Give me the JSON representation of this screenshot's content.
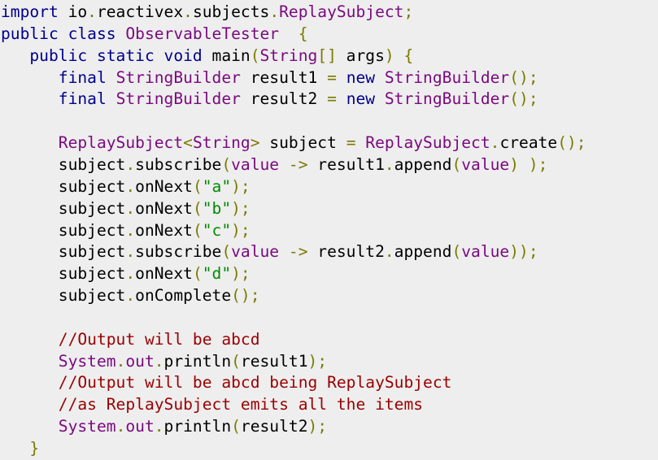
{
  "colors": {
    "background": "#eeeeee",
    "kw": "#00008b",
    "typ": "#7b0a80",
    "str": "#008b00",
    "cmt": "#990000",
    "pun": "#7a7a00",
    "fld": "#7b0a80",
    "txt": "#000000"
  },
  "code": {
    "lines": [
      [
        {
          "t": "kw",
          "v": "import"
        },
        {
          "t": "txt",
          "v": " io"
        },
        {
          "t": "pun",
          "v": "."
        },
        {
          "t": "txt",
          "v": "reactivex"
        },
        {
          "t": "pun",
          "v": "."
        },
        {
          "t": "txt",
          "v": "subjects"
        },
        {
          "t": "pun",
          "v": "."
        },
        {
          "t": "typ",
          "v": "ReplaySubject"
        },
        {
          "t": "pun",
          "v": ";"
        }
      ],
      [
        {
          "t": "kw",
          "v": "public"
        },
        {
          "t": "txt",
          "v": " "
        },
        {
          "t": "kw",
          "v": "class"
        },
        {
          "t": "txt",
          "v": " "
        },
        {
          "t": "typ",
          "v": "ObservableTester"
        },
        {
          "t": "txt",
          "v": "  "
        },
        {
          "t": "pun",
          "v": "{"
        }
      ],
      [
        {
          "t": "txt",
          "v": "   "
        },
        {
          "t": "kw",
          "v": "public"
        },
        {
          "t": "txt",
          "v": " "
        },
        {
          "t": "kw",
          "v": "static"
        },
        {
          "t": "txt",
          "v": " "
        },
        {
          "t": "kw",
          "v": "void"
        },
        {
          "t": "txt",
          "v": " main"
        },
        {
          "t": "pun",
          "v": "("
        },
        {
          "t": "typ",
          "v": "String"
        },
        {
          "t": "pun",
          "v": "[]"
        },
        {
          "t": "txt",
          "v": " args"
        },
        {
          "t": "pun",
          "v": ")"
        },
        {
          "t": "txt",
          "v": " "
        },
        {
          "t": "pun",
          "v": "{"
        }
      ],
      [
        {
          "t": "txt",
          "v": "      "
        },
        {
          "t": "kw",
          "v": "final"
        },
        {
          "t": "txt",
          "v": " "
        },
        {
          "t": "typ",
          "v": "StringBuilder"
        },
        {
          "t": "txt",
          "v": " result1 "
        },
        {
          "t": "pun",
          "v": "="
        },
        {
          "t": "txt",
          "v": " "
        },
        {
          "t": "kw",
          "v": "new"
        },
        {
          "t": "txt",
          "v": " "
        },
        {
          "t": "typ",
          "v": "StringBuilder"
        },
        {
          "t": "pun",
          "v": "();"
        }
      ],
      [
        {
          "t": "txt",
          "v": "      "
        },
        {
          "t": "kw",
          "v": "final"
        },
        {
          "t": "txt",
          "v": " "
        },
        {
          "t": "typ",
          "v": "StringBuilder"
        },
        {
          "t": "txt",
          "v": " result2 "
        },
        {
          "t": "pun",
          "v": "="
        },
        {
          "t": "txt",
          "v": " "
        },
        {
          "t": "kw",
          "v": "new"
        },
        {
          "t": "txt",
          "v": " "
        },
        {
          "t": "typ",
          "v": "StringBuilder"
        },
        {
          "t": "pun",
          "v": "();"
        }
      ],
      [],
      [
        {
          "t": "txt",
          "v": "      "
        },
        {
          "t": "typ",
          "v": "ReplaySubject"
        },
        {
          "t": "pun",
          "v": "<"
        },
        {
          "t": "typ",
          "v": "String"
        },
        {
          "t": "pun",
          "v": ">"
        },
        {
          "t": "txt",
          "v": " subject "
        },
        {
          "t": "pun",
          "v": "="
        },
        {
          "t": "txt",
          "v": " "
        },
        {
          "t": "typ",
          "v": "ReplaySubject"
        },
        {
          "t": "pun",
          "v": "."
        },
        {
          "t": "txt",
          "v": "create"
        },
        {
          "t": "pun",
          "v": "();"
        }
      ],
      [
        {
          "t": "txt",
          "v": "      subject"
        },
        {
          "t": "pun",
          "v": "."
        },
        {
          "t": "txt",
          "v": "subscribe"
        },
        {
          "t": "pun",
          "v": "("
        },
        {
          "t": "fld",
          "v": "value"
        },
        {
          "t": "txt",
          "v": " "
        },
        {
          "t": "pun",
          "v": "->"
        },
        {
          "t": "txt",
          "v": " result1"
        },
        {
          "t": "pun",
          "v": "."
        },
        {
          "t": "txt",
          "v": "append"
        },
        {
          "t": "pun",
          "v": "("
        },
        {
          "t": "fld",
          "v": "value"
        },
        {
          "t": "pun",
          "v": ")"
        },
        {
          "t": "txt",
          "v": " "
        },
        {
          "t": "pun",
          "v": ");"
        }
      ],
      [
        {
          "t": "txt",
          "v": "      subject"
        },
        {
          "t": "pun",
          "v": "."
        },
        {
          "t": "txt",
          "v": "onNext"
        },
        {
          "t": "pun",
          "v": "("
        },
        {
          "t": "str",
          "v": "\"a\""
        },
        {
          "t": "pun",
          "v": ");"
        }
      ],
      [
        {
          "t": "txt",
          "v": "      subject"
        },
        {
          "t": "pun",
          "v": "."
        },
        {
          "t": "txt",
          "v": "onNext"
        },
        {
          "t": "pun",
          "v": "("
        },
        {
          "t": "str",
          "v": "\"b\""
        },
        {
          "t": "pun",
          "v": ");"
        }
      ],
      [
        {
          "t": "txt",
          "v": "      subject"
        },
        {
          "t": "pun",
          "v": "."
        },
        {
          "t": "txt",
          "v": "onNext"
        },
        {
          "t": "pun",
          "v": "("
        },
        {
          "t": "str",
          "v": "\"c\""
        },
        {
          "t": "pun",
          "v": ");"
        }
      ],
      [
        {
          "t": "txt",
          "v": "      subject"
        },
        {
          "t": "pun",
          "v": "."
        },
        {
          "t": "txt",
          "v": "subscribe"
        },
        {
          "t": "pun",
          "v": "("
        },
        {
          "t": "fld",
          "v": "value"
        },
        {
          "t": "txt",
          "v": " "
        },
        {
          "t": "pun",
          "v": "->"
        },
        {
          "t": "txt",
          "v": " result2"
        },
        {
          "t": "pun",
          "v": "."
        },
        {
          "t": "txt",
          "v": "append"
        },
        {
          "t": "pun",
          "v": "("
        },
        {
          "t": "fld",
          "v": "value"
        },
        {
          "t": "pun",
          "v": "));"
        }
      ],
      [
        {
          "t": "txt",
          "v": "      subject"
        },
        {
          "t": "pun",
          "v": "."
        },
        {
          "t": "txt",
          "v": "onNext"
        },
        {
          "t": "pun",
          "v": "("
        },
        {
          "t": "str",
          "v": "\"d\""
        },
        {
          "t": "pun",
          "v": ");"
        }
      ],
      [
        {
          "t": "txt",
          "v": "      subject"
        },
        {
          "t": "pun",
          "v": "."
        },
        {
          "t": "txt",
          "v": "onComplete"
        },
        {
          "t": "pun",
          "v": "();"
        }
      ],
      [],
      [
        {
          "t": "txt",
          "v": "      "
        },
        {
          "t": "cmt",
          "v": "//Output will be abcd"
        }
      ],
      [
        {
          "t": "txt",
          "v": "      "
        },
        {
          "t": "typ",
          "v": "System"
        },
        {
          "t": "pun",
          "v": "."
        },
        {
          "t": "fld",
          "v": "out"
        },
        {
          "t": "pun",
          "v": "."
        },
        {
          "t": "txt",
          "v": "println"
        },
        {
          "t": "pun",
          "v": "("
        },
        {
          "t": "txt",
          "v": "result1"
        },
        {
          "t": "pun",
          "v": ");"
        }
      ],
      [
        {
          "t": "txt",
          "v": "      "
        },
        {
          "t": "cmt",
          "v": "//Output will be abcd being ReplaySubject"
        }
      ],
      [
        {
          "t": "txt",
          "v": "      "
        },
        {
          "t": "cmt",
          "v": "//as ReplaySubject emits all the items"
        }
      ],
      [
        {
          "t": "txt",
          "v": "      "
        },
        {
          "t": "typ",
          "v": "System"
        },
        {
          "t": "pun",
          "v": "."
        },
        {
          "t": "fld",
          "v": "out"
        },
        {
          "t": "pun",
          "v": "."
        },
        {
          "t": "txt",
          "v": "println"
        },
        {
          "t": "pun",
          "v": "("
        },
        {
          "t": "txt",
          "v": "result2"
        },
        {
          "t": "pun",
          "v": ");"
        }
      ],
      [
        {
          "t": "txt",
          "v": "   "
        },
        {
          "t": "pun",
          "v": "}"
        }
      ]
    ]
  }
}
